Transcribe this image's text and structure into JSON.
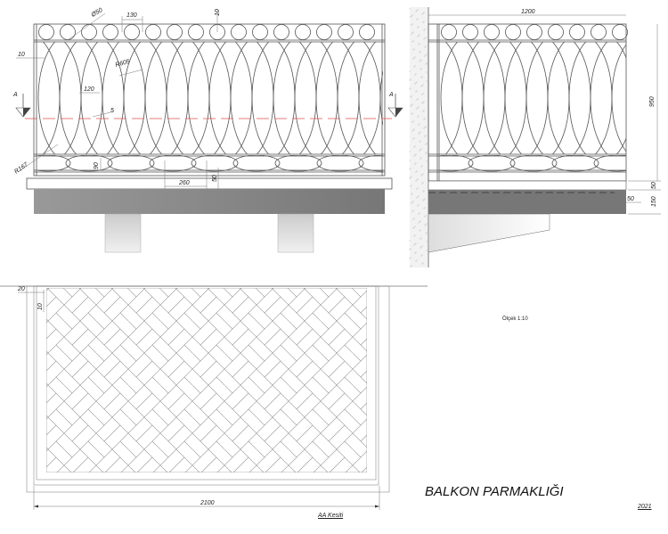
{
  "drawing": {
    "title": "BALKON PARMAKLIĞI",
    "scale": "Ölçek 1:10",
    "year": "2021",
    "section_label": "AA Kesiti",
    "section_marker": "A"
  },
  "front_view": {
    "dims": {
      "circle_diameter": "Ø50",
      "circle_spacing": "130",
      "top_gap": "10",
      "side_gap": "10",
      "arc_radius": "R605",
      "lens_width": "120",
      "bar": "5",
      "bottom_radius": "R167",
      "bottom_band": "90",
      "base_spacing": "260",
      "base_height": "50"
    }
  },
  "side_view": {
    "dims": {
      "width": "1200",
      "height": "950",
      "slab_top": "50",
      "slab": "150",
      "overhang": "50"
    }
  },
  "plan_view": {
    "dims": {
      "edge": "20",
      "inner": "10",
      "length": "2100"
    }
  },
  "colors": {
    "line": "#555555",
    "section_line": "#e05050",
    "slab": "#8a8a8a"
  }
}
